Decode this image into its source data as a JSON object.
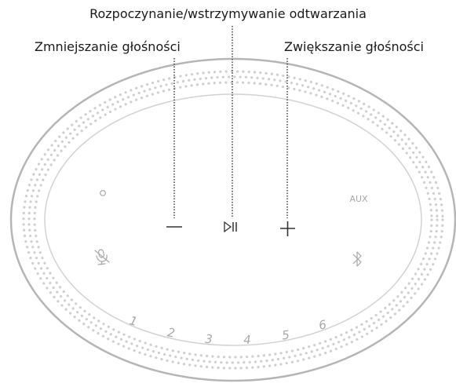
{
  "callouts": {
    "play_pause": "Rozpoczynanie/wstrzymywanie odtwarzania",
    "volume_down": "Zmniejszanie głośności",
    "volume_up": "Zwiększanie głośności"
  },
  "buttons": {
    "aux": "AUX",
    "presets": [
      "1",
      "2",
      "3",
      "4",
      "5",
      "6"
    ]
  },
  "icons": [
    "power-icon",
    "minus-icon",
    "play-pause-icon",
    "plus-icon",
    "aux-icon",
    "mic-off-icon",
    "bluetooth-icon"
  ],
  "colors": {
    "text": "#1a1a1a",
    "speaker_outline": "#b5b5b5",
    "dots": "#cfcfcf",
    "leader_line": "#333333",
    "button_icons": "#a8a8a8"
  }
}
